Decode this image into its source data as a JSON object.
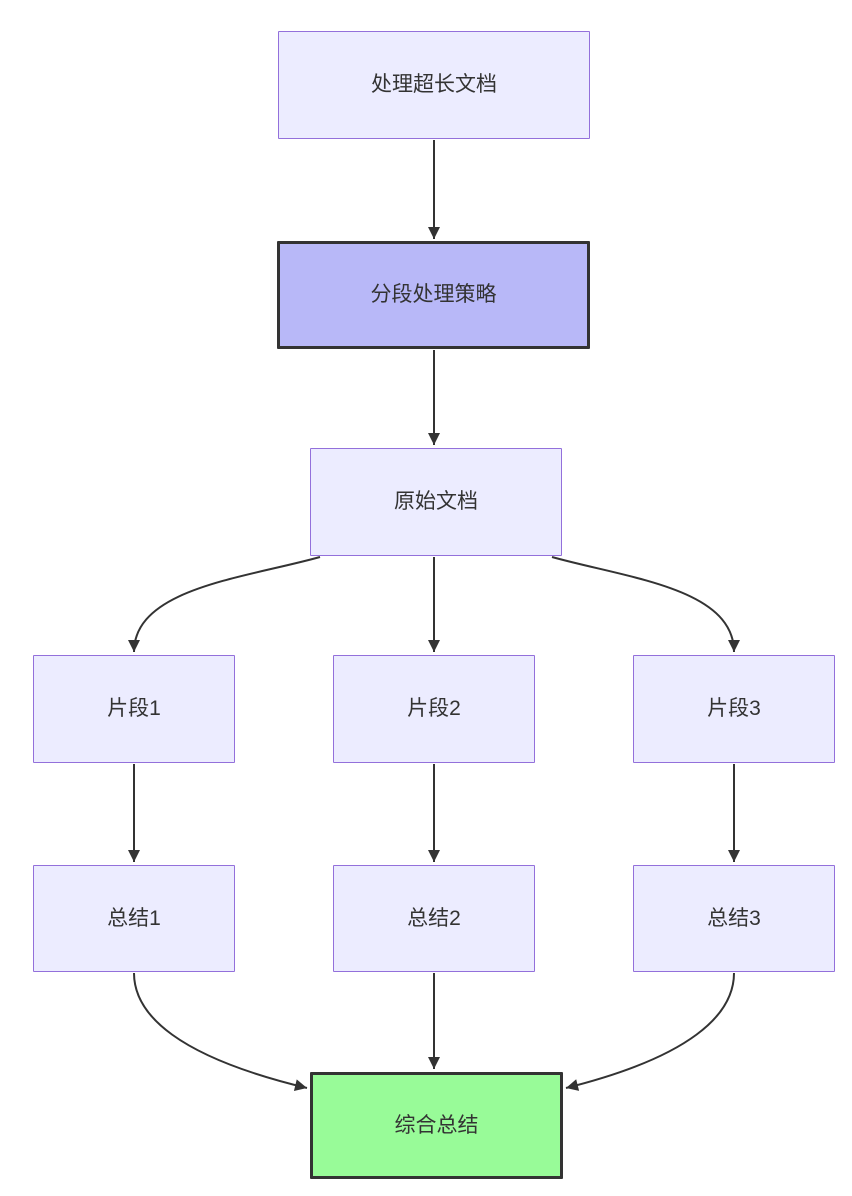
{
  "diagram": {
    "type": "flowchart-top-down",
    "background": "#ffffff",
    "colors": {
      "node_fill": "#ECECFF",
      "node_border": "#9370DB",
      "highlight_purple_fill": "#B8B8F8",
      "highlight_green_fill": "#98FB98",
      "dark_border": "#333333",
      "edge_line": "#333333",
      "text": "#333333"
    },
    "nodes": {
      "a": {
        "label": "处理超长文档",
        "shape": "rect",
        "style": "default"
      },
      "b": {
        "label": "分段处理策略",
        "shape": "rect",
        "style": "highlight-purple"
      },
      "c": {
        "label": "原始文档",
        "shape": "rect",
        "style": "default"
      },
      "f1": {
        "label": "片段1",
        "shape": "rect",
        "style": "default"
      },
      "f2": {
        "label": "片段2",
        "shape": "rect",
        "style": "default"
      },
      "f3": {
        "label": "片段3",
        "shape": "rect",
        "style": "default"
      },
      "s1": {
        "label": "总结1",
        "shape": "rect",
        "style": "default"
      },
      "s2": {
        "label": "总结2",
        "shape": "rect",
        "style": "default"
      },
      "s3": {
        "label": "总结3",
        "shape": "rect",
        "style": "default"
      },
      "final": {
        "label": "综合总结",
        "shape": "rect",
        "style": "highlight-green"
      }
    },
    "edges": [
      {
        "from": "a",
        "to": "b"
      },
      {
        "from": "b",
        "to": "c"
      },
      {
        "from": "c",
        "to": "f1"
      },
      {
        "from": "c",
        "to": "f2"
      },
      {
        "from": "c",
        "to": "f3"
      },
      {
        "from": "f1",
        "to": "s1"
      },
      {
        "from": "f2",
        "to": "s2"
      },
      {
        "from": "f3",
        "to": "s3"
      },
      {
        "from": "s1",
        "to": "final"
      },
      {
        "from": "s2",
        "to": "final"
      },
      {
        "from": "s3",
        "to": "final"
      }
    ]
  }
}
